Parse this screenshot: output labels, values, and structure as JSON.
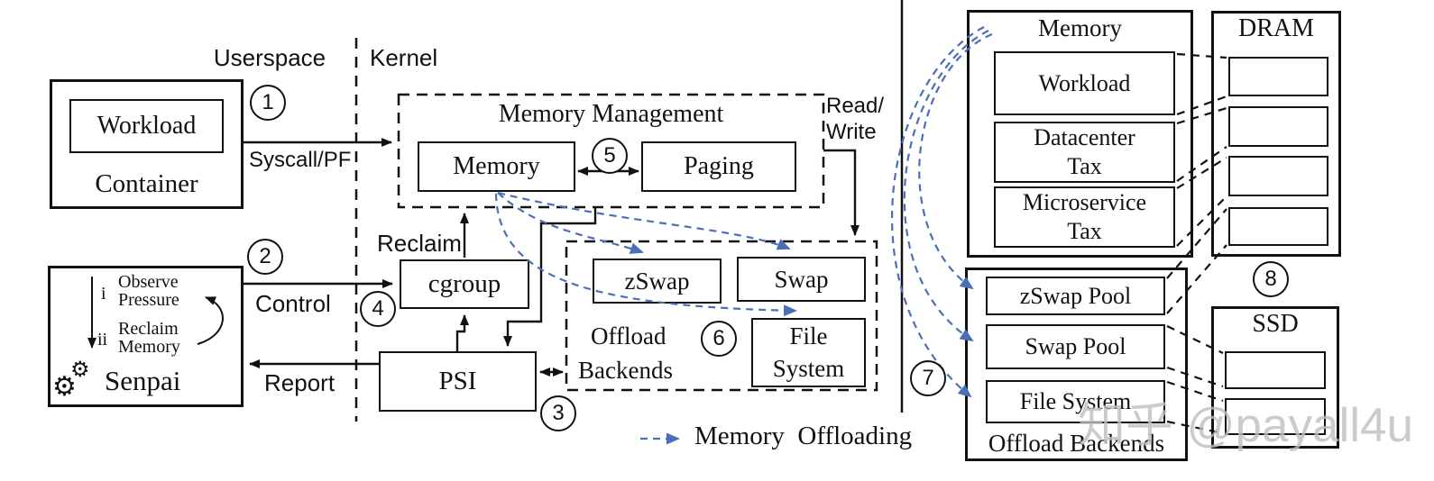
{
  "colors": {
    "ink": "#111111",
    "blue": "#4a6fb8",
    "watermark": "#bfbfbf"
  },
  "circled_numbers": [
    "1",
    "2",
    "3",
    "4",
    "5",
    "6",
    "7",
    "8"
  ],
  "left": {
    "userspace_label": "Userspace",
    "kernel_label": "Kernel",
    "container": {
      "workload": "Workload",
      "label": "Container"
    },
    "arrow_labels": {
      "syscall": "Syscall/PF",
      "control": "Control",
      "report": "Report",
      "reclaim": "Reclaim",
      "read": "Read/",
      "write": "Write"
    },
    "memory_management": {
      "title": "Memory Management",
      "memory": "Memory",
      "paging": "Paging"
    },
    "cgroup": "cgroup",
    "psi": "PSI",
    "offload": {
      "line1": "Offload",
      "line2": "Backends",
      "zswap": "zSwap",
      "swap": "Swap",
      "filesystem": "File System"
    },
    "senpai": {
      "step1_num": "i",
      "step1": "Observe Pressure",
      "step2_num": "ii",
      "step2": "Reclaim Memory",
      "name": "Senpai"
    }
  },
  "legend": {
    "label": "Memory  Offloading"
  },
  "right": {
    "memory": {
      "title": "Memory",
      "regions": [
        "Workload",
        "Datacenter Tax",
        "Microservice Tax"
      ]
    },
    "offload": {
      "title": "Offload Backends",
      "pools": [
        "zSwap Pool",
        "Swap Pool",
        "File System"
      ]
    },
    "dram": {
      "title": "DRAM",
      "slot_count": 4
    },
    "ssd": {
      "title": "SSD",
      "slot_count": 2
    }
  },
  "watermark": "知乎 @payall4u"
}
